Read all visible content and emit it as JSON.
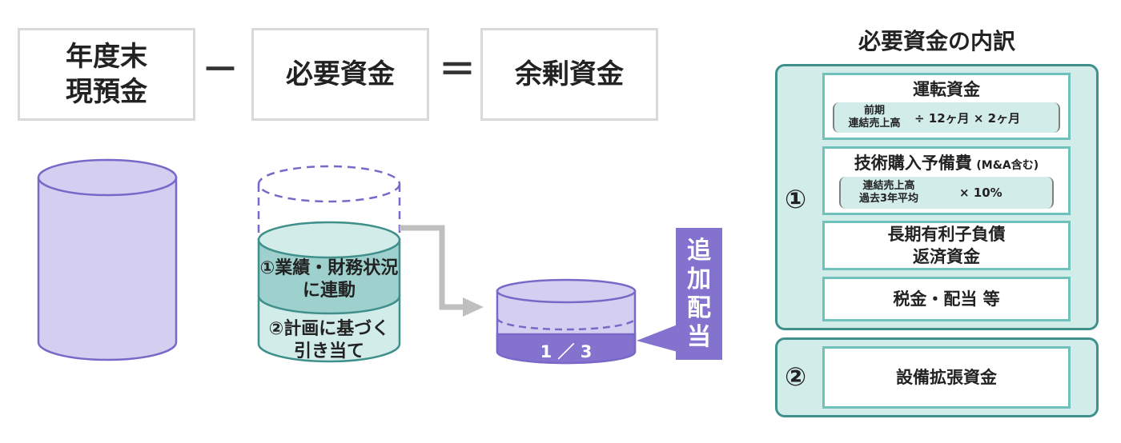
{
  "equation": {
    "term1": [
      "年度末",
      "現預金"
    ],
    "minus": "－",
    "term2": "必要資金",
    "equals": "＝",
    "result": "余剰資金"
  },
  "cylinders": {
    "middle_top_label": [
      "①業績・財務状況",
      "に連動"
    ],
    "middle_bottom_label": [
      "②計画に基づく",
      "引き当て"
    ],
    "small_fraction": "1 ／ 3",
    "dividend_label": [
      "追",
      "加",
      "配",
      "当"
    ]
  },
  "breakdown": {
    "title": "必要資金の内訳",
    "group1_number": "①",
    "group2_number": "②",
    "working_capital": {
      "title": "運転資金",
      "formula_left": [
        "前期",
        "連結売上高"
      ],
      "formula_right": "÷ 12ヶ月 × 2ヶ月"
    },
    "tech_purchase": {
      "title": "技術購入予備費",
      "note": "(M&A含む)",
      "formula_left": [
        "連結売上高",
        "過去3年平均"
      ],
      "formula_right": "× 10%"
    },
    "long_term_debt": [
      "長期有利子負債",
      "返済資金"
    ],
    "tax_dividend": "税金・配当 等",
    "equipment": "設備拡張資金"
  },
  "colors": {
    "purple_fill": "#d4cff0",
    "purple_stroke": "#7a68c8",
    "purple_dark": "#8373cf",
    "teal_fill": "#d2ecea",
    "teal_dark": "#9ed1cd",
    "teal_stroke": "#3f8f8b"
  }
}
